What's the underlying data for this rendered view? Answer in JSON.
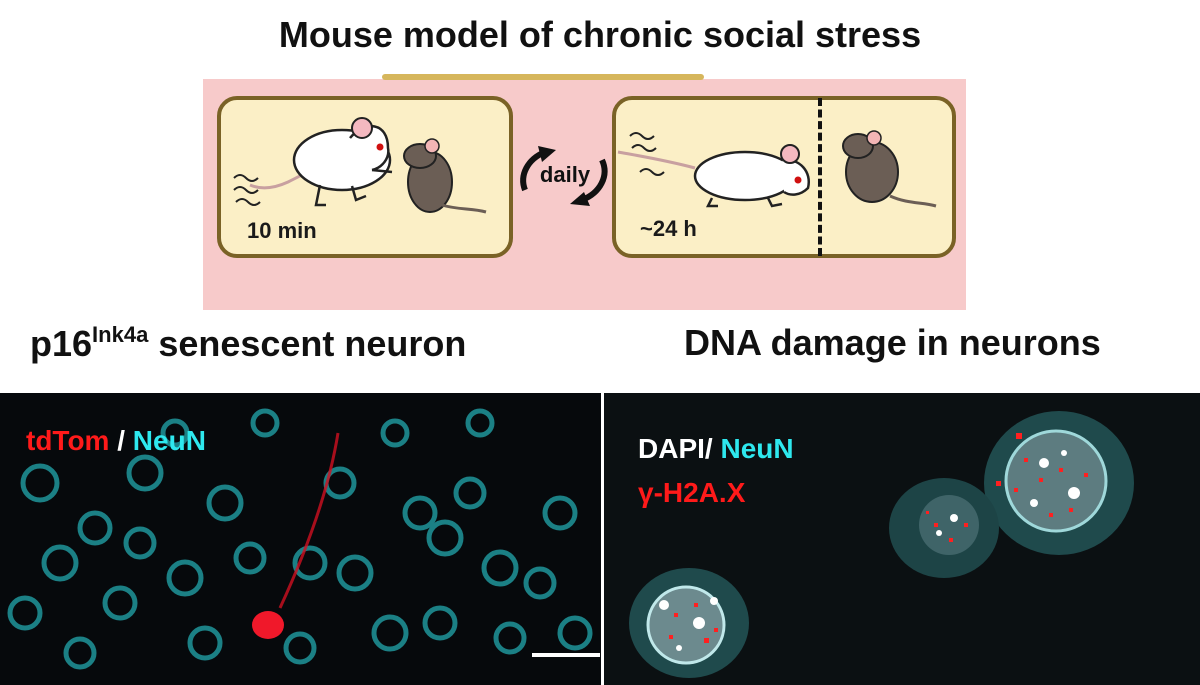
{
  "title": "Mouse model of chronic social stress",
  "schematic": {
    "left_box_label": "10 min",
    "right_box_label": "~24 h",
    "cycle_label": "daily"
  },
  "panels": {
    "left": {
      "heading_main": "p16",
      "heading_sup": "Ink4a",
      "heading_rest": " senescent neuron",
      "stain_1": "tdTom",
      "separator": " / ",
      "stain_2": "NeuN"
    },
    "right": {
      "heading": "DNA damage in neurons",
      "stain_1": "DAPI/",
      "stain_2": " NeuN",
      "stain_3": "γ-H2A.X"
    }
  },
  "colors": {
    "pink_panel": "#f7caca",
    "box_fill": "#fbefc6",
    "box_border": "#7a6226",
    "tdtom_red": "#ff1a1a",
    "neun_cyan": "#2ee8ee"
  }
}
